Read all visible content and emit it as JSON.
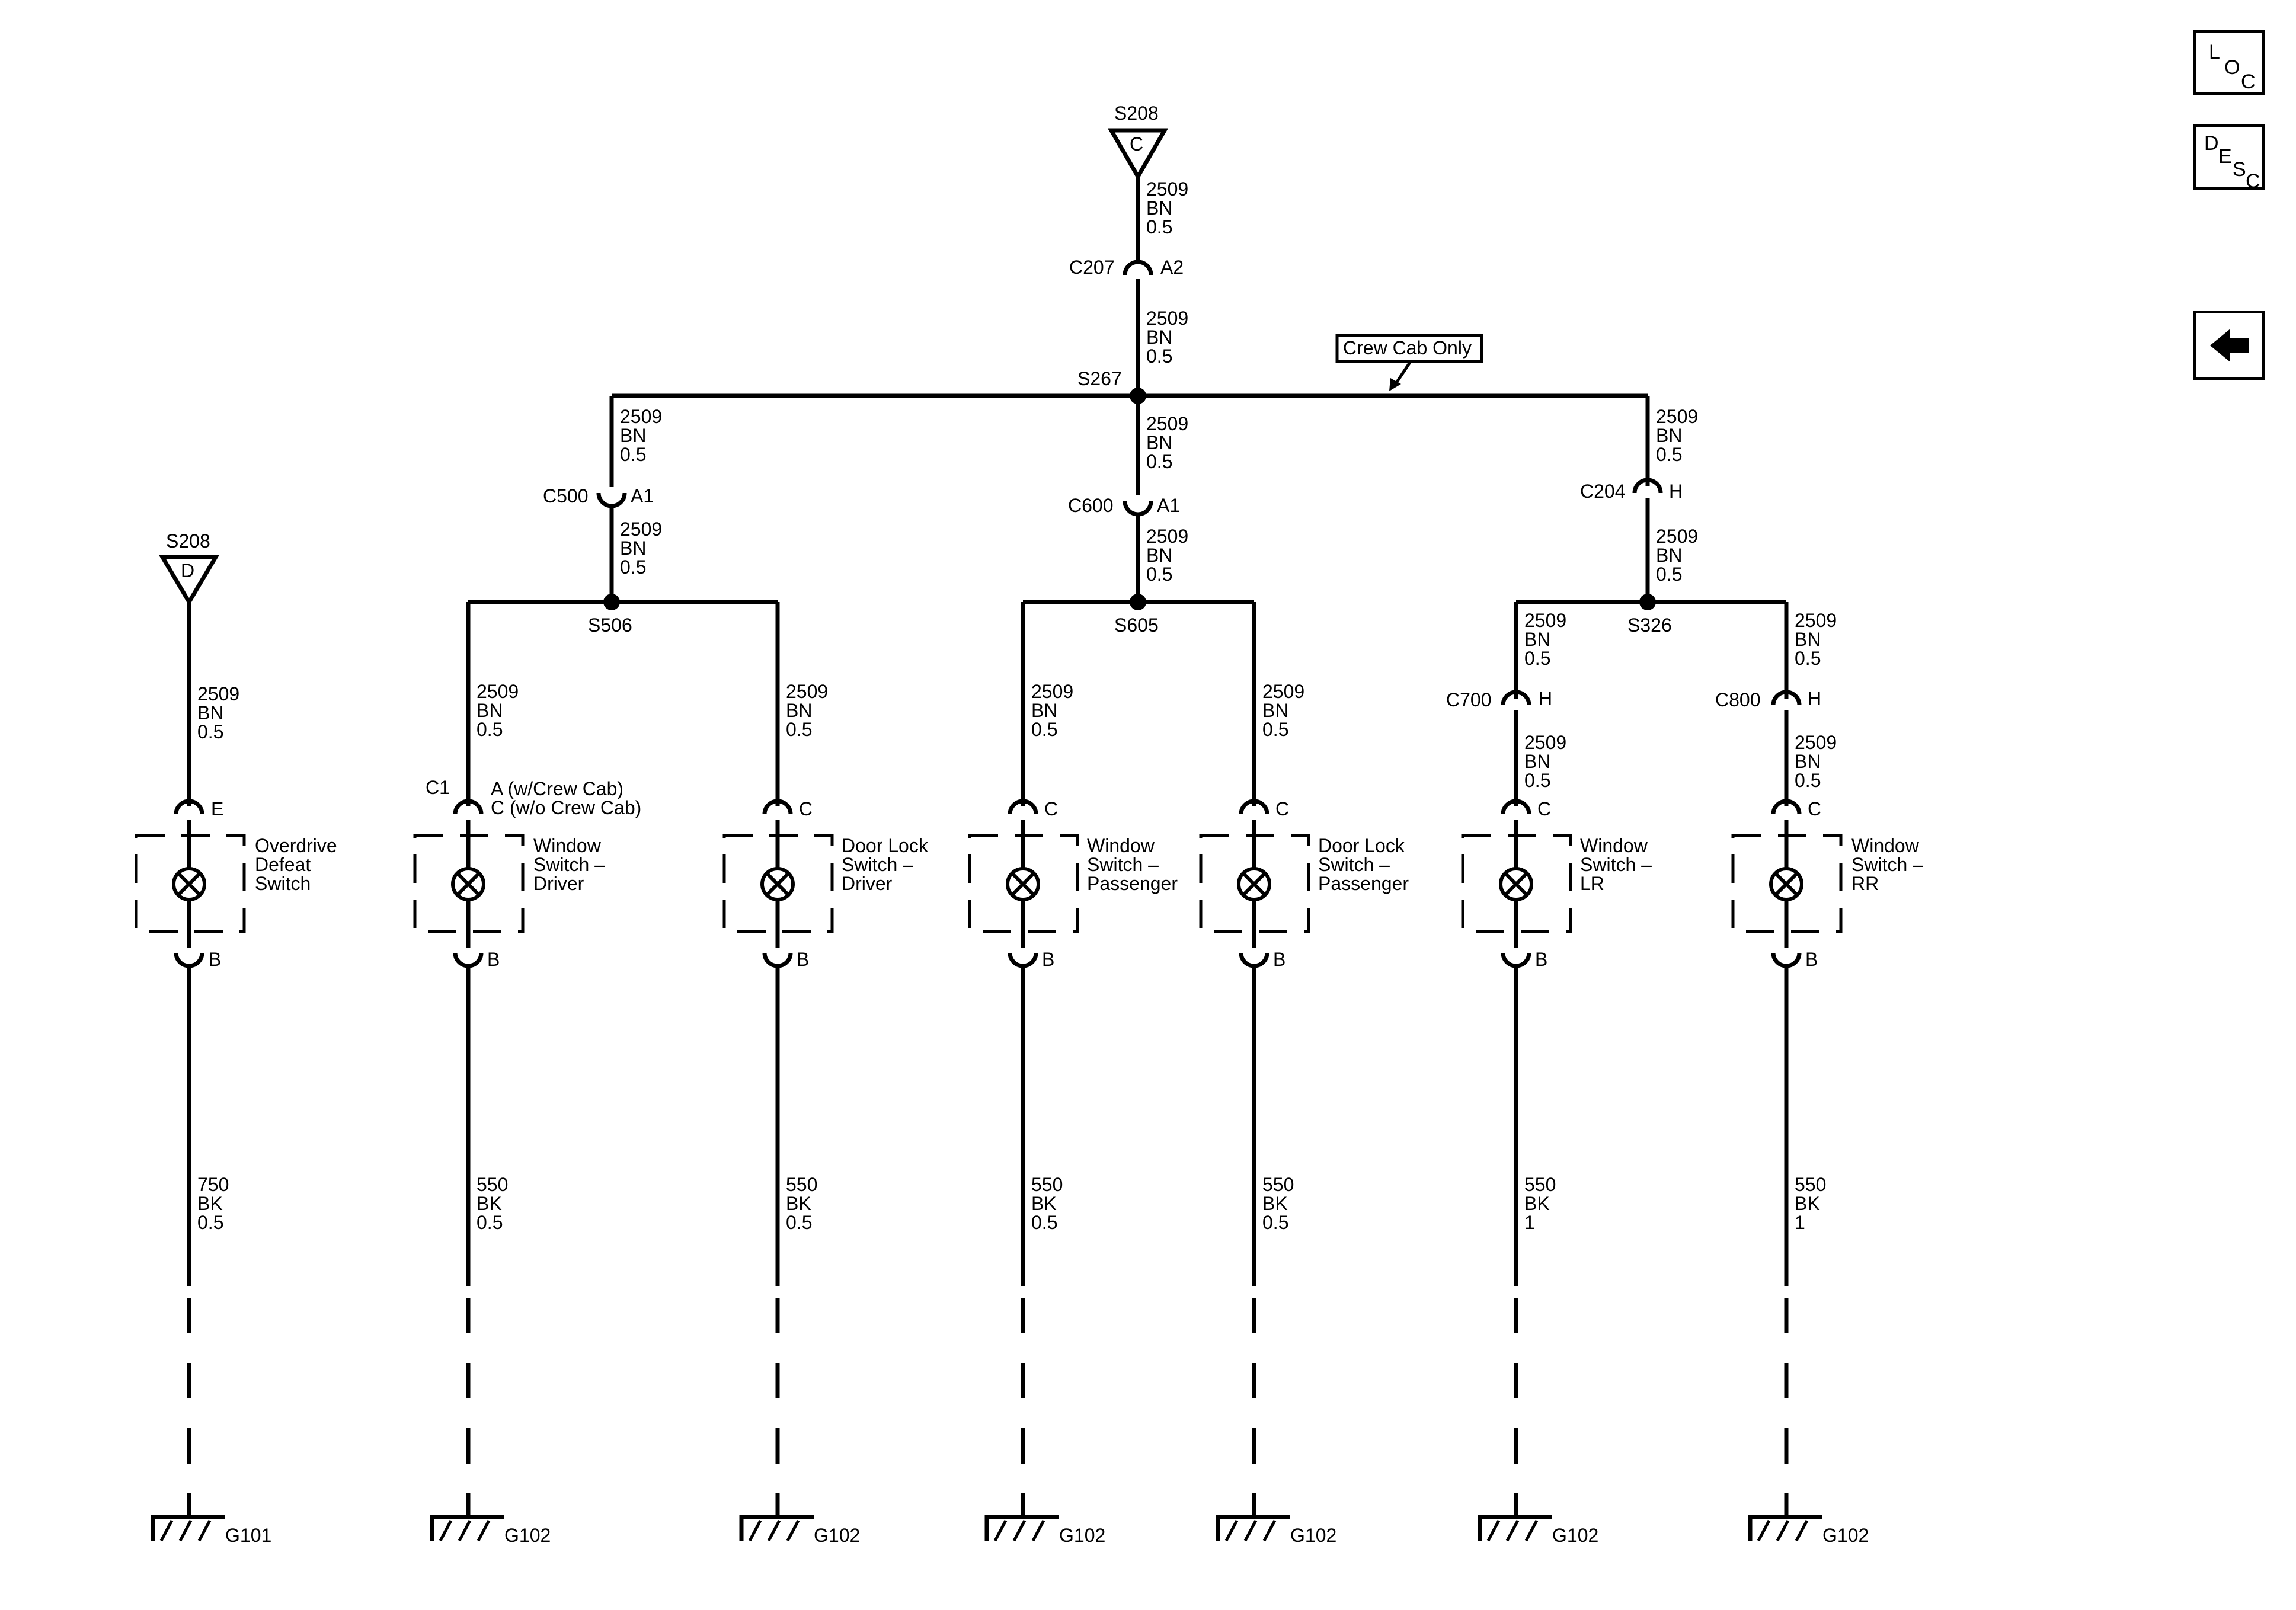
{
  "side_buttons": {
    "loc": [
      "L",
      "O",
      "C"
    ],
    "desc": [
      "D",
      "E",
      "S",
      "C"
    ],
    "back_icon": "left-arrow-icon"
  },
  "top": {
    "source_label": "S208",
    "source_letter": "C",
    "wire1": [
      "2509",
      "BN",
      "0.5"
    ],
    "connector_label": "C207",
    "connector_pin": "A2",
    "wire2": [
      "2509",
      "BN",
      "0.5"
    ],
    "splice": "S267",
    "note": "Crew Cab Only"
  },
  "branches": [
    {
      "wire_upper": [
        "2509",
        "BN",
        "0.5"
      ],
      "connector": "C500",
      "pin": "A1",
      "wire_lower": [
        "2509",
        "BN",
        "0.5"
      ],
      "splice": "S506"
    },
    {
      "wire_upper": [
        "2509",
        "BN",
        "0.5"
      ],
      "connector": "C600",
      "pin": "A1",
      "wire_lower": [
        "2509",
        "BN",
        "0.5"
      ],
      "splice": "S605"
    },
    {
      "wire_upper": [
        "2509",
        "BN",
        "0.5"
      ],
      "connector": "C204",
      "pin": "H",
      "wire_lower": [
        "2509",
        "BN",
        "0.5"
      ],
      "splice": "S326"
    }
  ],
  "left_source": {
    "label": "S208",
    "letter": "D"
  },
  "switches": [
    {
      "name": [
        "Overdrive",
        "Defeat",
        "Switch"
      ],
      "wire_in": [
        "2509",
        "BN",
        "0.5"
      ],
      "pin_top": "E",
      "pin_bottom": "B",
      "wire_out": [
        "750",
        "BK",
        "0.5"
      ],
      "ground": "G101"
    },
    {
      "name": [
        "Window",
        "Switch –",
        "Driver"
      ],
      "connector": "C1",
      "pin_top_lines": [
        "A (w/Crew Cab)",
        "C (w/o Crew Cab)"
      ],
      "wire_in": [
        "2509",
        "BN",
        "0.5"
      ],
      "pin_bottom": "B",
      "wire_out": [
        "550",
        "BK",
        "0.5"
      ],
      "ground": "G102"
    },
    {
      "name": [
        "Door Lock",
        "Switch –",
        "Driver"
      ],
      "wire_in": [
        "2509",
        "BN",
        "0.5"
      ],
      "pin_top": "C",
      "pin_bottom": "B",
      "wire_out": [
        "550",
        "BK",
        "0.5"
      ],
      "ground": "G102"
    },
    {
      "name": [
        "Window",
        "Switch –",
        "Passenger"
      ],
      "wire_in": [
        "2509",
        "BN",
        "0.5"
      ],
      "pin_top": "C",
      "pin_bottom": "B",
      "wire_out": [
        "550",
        "BK",
        "0.5"
      ],
      "ground": "G102"
    },
    {
      "name": [
        "Door Lock",
        "Switch –",
        "Passenger"
      ],
      "wire_in": [
        "2509",
        "BN",
        "0.5"
      ],
      "pin_top": "C",
      "pin_bottom": "B",
      "wire_out": [
        "550",
        "BK",
        "0.5"
      ],
      "ground": "G102"
    },
    {
      "name": [
        "Window",
        "Switch –",
        "LR"
      ],
      "wire_mid": [
        "2509",
        "BN",
        "0.5"
      ],
      "connector": "C700",
      "connector_pin": "H",
      "wire_in": [
        "2509",
        "BN",
        "0.5"
      ],
      "pin_top": "C",
      "pin_bottom": "B",
      "wire_out": [
        "550",
        "BK",
        "1"
      ],
      "ground": "G102"
    },
    {
      "name": [
        "Window",
        "Switch –",
        "RR"
      ],
      "wire_mid": [
        "2509",
        "BN",
        "0.5"
      ],
      "connector": "C800",
      "connector_pin": "H",
      "wire_in": [
        "2509",
        "BN",
        "0.5"
      ],
      "pin_top": "C",
      "pin_bottom": "B",
      "wire_out": [
        "550",
        "BK",
        "1"
      ],
      "ground": "G102"
    }
  ]
}
